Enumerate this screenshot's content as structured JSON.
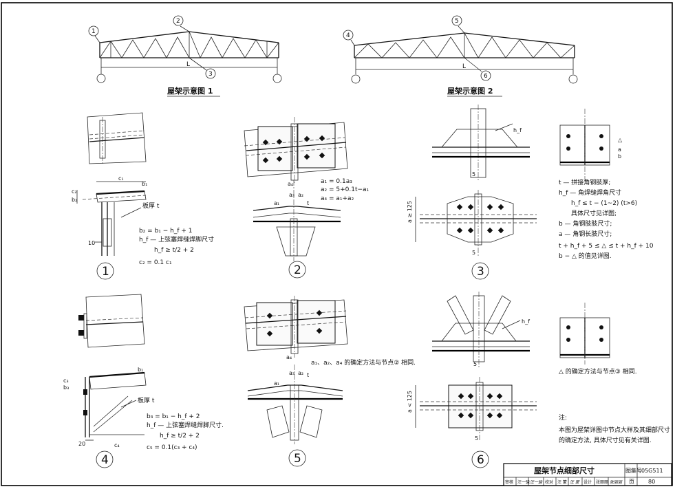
{
  "overview": {
    "truss1_caption": "屋架示意图 1",
    "truss2_caption": "屋架示意图 2",
    "span_label": "L",
    "node_markers_1": [
      "1",
      "2",
      "3"
    ],
    "node_markers_2": [
      "4",
      "5",
      "6"
    ]
  },
  "details": {
    "d1": {
      "number": "1",
      "label_c1": "c₁",
      "label_c2": "c₂",
      "label_b1": "b₁",
      "label_b2": "b₂",
      "plate_thickness": "板厚 t",
      "dim_10": "10",
      "formula_1": "b₂ = b₁ − h_f + 1",
      "formula_2": "h_f — 上弦塞焊缝焊脚尺寸",
      "formula_3": "h_f ≥ t/2 + 2",
      "formula_4": "c₂ = 0.1 c₁"
    },
    "d2": {
      "number": "2",
      "label_a1": "a₁",
      "label_a2": "a₂",
      "label_a3": "a₃",
      "label_a4": "a₄",
      "label_t": "t",
      "formula_1": "a₁ = 0.1a₃",
      "formula_2": "a₂ = 5+0.1t−a₁",
      "formula_3": "a₄ = a₁+a₂"
    },
    "d3": {
      "number": "3",
      "label_hf": "h_f",
      "dim_5a": "5",
      "dim_5b": "5",
      "dim_a125": "a ≥ 125",
      "label_delta": "△",
      "label_b": "b",
      "label_a": "a",
      "notes": [
        "t — 拼接角钢肢厚;",
        "h_f — 角焊缝焊角尺寸",
        "h_f ≤ t − (1~2) (t>6)",
        "具体尺寸见详图;",
        "b — 角钢肢肢尺寸;",
        "a — 角钢长肢尺寸;",
        "t + h_f + 5 ≤ △ ≤ t + h_f + 10",
        "b − △ 的值见详图."
      ]
    },
    "d4": {
      "number": "4",
      "label_c3": "c₃",
      "label_c4": "c₄",
      "label_b1": "b₁",
      "label_b3": "b₃",
      "plate_thickness": "板厚 t",
      "dim_20": "20",
      "formula_1": "b₃ = b₁ − h_f + 2",
      "formula_2": "h_f — 上弦塞焊缝焊脚尺寸.",
      "formula_3": "h_f ≥ t/2 + 2",
      "formula_4": "c₅ = 0.1(c₃ + c₄)"
    },
    "d5": {
      "number": "5",
      "label_a1": "a₁",
      "label_a2": "a₂",
      "label_a3": "a₃",
      "label_a4": "a₄",
      "label_t": "t",
      "note": "a₁、a₂、a₄ 的确定方法与节点② 相同."
    },
    "d6": {
      "number": "6",
      "label_hf": "h_f",
      "dim_5a": "5",
      "dim_5b": "5",
      "dim_a125": "a < 125",
      "note": "△ 的确定方法与节点③ 相同."
    }
  },
  "general_notes": {
    "heading": "注:",
    "line1": "本图为屋架详图中节点大样及其细部尺寸",
    "line2": "的确定方法, 具体尺寸见有关详图."
  },
  "title_block": {
    "title": "屋架节点细部尺寸",
    "atlas_label": "图集号",
    "atlas_number": "05G511",
    "page_label": "页",
    "page_number": "80",
    "sign_row": [
      "审核",
      "汪一骏",
      "汪一骏",
      "校对",
      "汪 蒙",
      "汪 蒙",
      "设计",
      "张丽丽",
      "张丽丽"
    ]
  }
}
